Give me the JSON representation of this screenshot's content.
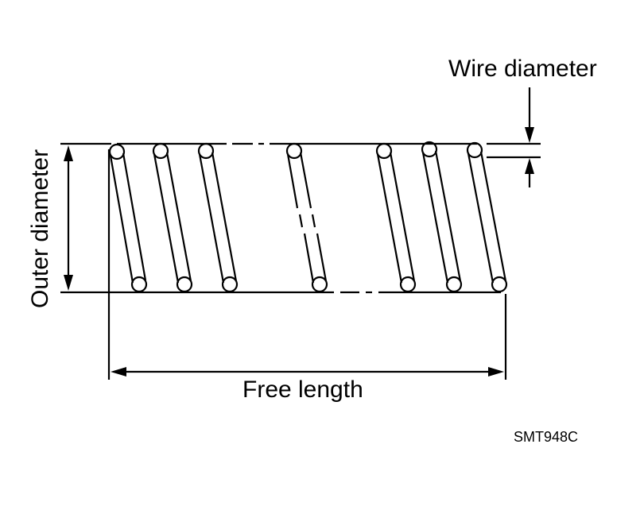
{
  "labels": {
    "wire_diameter": "Wire diameter",
    "outer_diameter": "Outer diameter",
    "free_length": "Free length",
    "figure_code": "SMT948C"
  },
  "colors": {
    "line": "#000000",
    "background": "#ffffff"
  }
}
